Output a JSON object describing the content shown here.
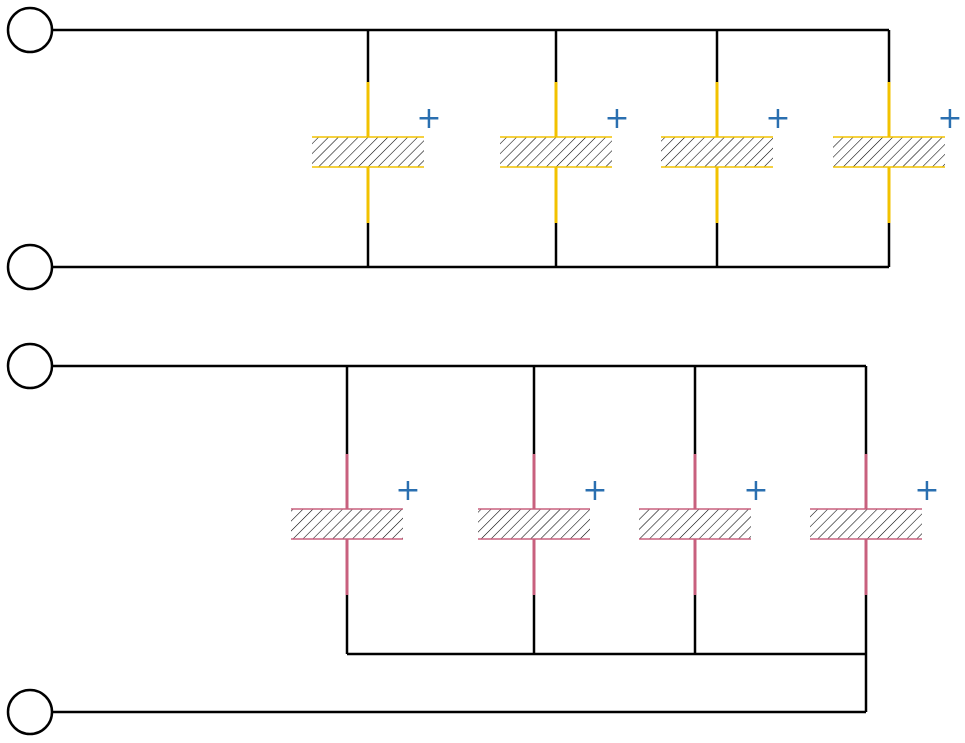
{
  "diagram": {
    "type": "parallel-capacitor-circuits",
    "circuits": [
      {
        "id": "top",
        "capacitor_count": 4,
        "capacitor_color": "#f2c200",
        "polarity_mark": "+",
        "polarity_color": "#2a6fb0",
        "terminal_count": 2
      },
      {
        "id": "bottom",
        "capacitor_count": 4,
        "capacitor_color": "#c8607e",
        "polarity_mark": "+",
        "polarity_color": "#2a6fb0",
        "terminal_count": 2
      }
    ],
    "wire_color": "#000000",
    "hatch_color": "#000000"
  }
}
